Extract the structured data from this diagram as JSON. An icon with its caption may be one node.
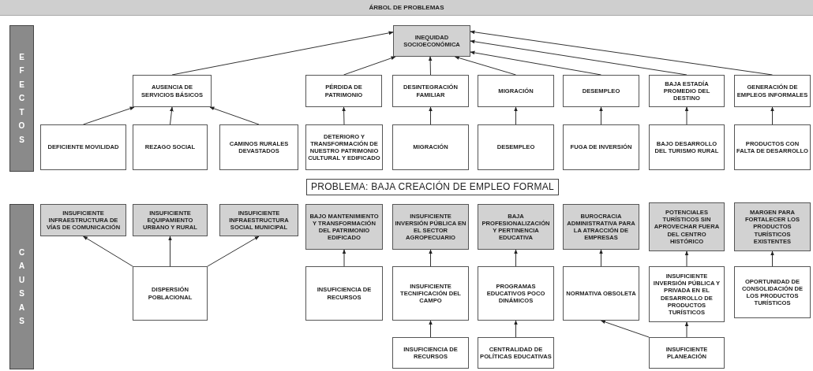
{
  "diagram": {
    "title": "ÁRBOL DE PROBLEMAS",
    "nodes": [
      {
        "text": [
          "EFECTOS"
        ]
      },
      {
        "text": [
          "INEQUIDAD SOCIOECONÓMICA"
        ]
      },
      {
        "text": [
          "AUSENCIA DE SERVICIOS BÁSICOS"
        ]
      },
      {
        "text": [
          "PÉRDIDA DE PATRIMONIO"
        ]
      },
      {
        "text": [
          "DESINTEGRACIÓN FAMILIAR"
        ]
      },
      {
        "text": [
          "MIGRACIÓN"
        ]
      },
      {
        "text": [
          "DESEMPLEO"
        ]
      },
      {
        "text": [
          "BAJA ESTADÍA PROMEDIO DEL DESTINO"
        ]
      },
      {
        "text": [
          "GENERACIÓN DE EMPLEOS INFORMALES"
        ]
      },
      {
        "text": [
          "DEFICIENTE MOVILIDAD"
        ]
      },
      {
        "text": [
          "REZAGO SOCIAL"
        ]
      },
      {
        "text": [
          "CAMINOS RURALES DEVASTADOS"
        ]
      },
      {
        "text": [
          "DETERIORO Y TRANSFORMACIÓN DE NUESTRO PATRIMONIO CULTURAL Y EDIFICADO"
        ]
      },
      {
        "text": [
          "MIGRACIÓN"
        ]
      },
      {
        "text": [
          "DESEMPLEO"
        ]
      },
      {
        "text": [
          "FUGA DE INVERSIÓN"
        ]
      },
      {
        "text": [
          "BAJO DESARROLLO DEL TURISMO RURAL"
        ]
      },
      {
        "text": [
          "PRODUCTOS CON FALTA DE DESARROLLO"
        ]
      },
      {
        "text": [
          "PROBLEMA: BAJA CREACIÓN DE EMPLEO FORMAL"
        ]
      },
      {
        "text": [
          "CAUSAS"
        ]
      },
      {
        "text": [
          "INSUFICIENTE INFRAESTRUCTURA DE VÍAS DE COMUNICACIÓN"
        ]
      },
      {
        "text": [
          "INSUFICIENTE EQUIPAMIENTO URBANO Y RURAL"
        ]
      },
      {
        "text": [
          "INSUFICIENTE INFRAESTRUCTURA SOCIAL MUNICIPAL"
        ]
      },
      {
        "text": [
          "BAJO MANTENIMIENTO Y TRANSFORMACIÓN DEL PATRIMONIO EDIFICADO"
        ]
      },
      {
        "text": [
          "INSUFICIENTE INVERSIÓN PÚBLICA EN EL SECTOR AGROPECUARIO"
        ]
      },
      {
        "text": [
          "BAJA PROFESIONALIZACIÓN Y PERTINENCIA EDUCATIVA"
        ]
      },
      {
        "text": [
          "BUROCRACIA ADMINISTRATIVA PARA LA ATRACCIÓN DE EMPRESAS"
        ]
      },
      {
        "text": [
          "POTENCIALES TURÍSTICOS SIN APROVECHAR FUERA DEL CENTRO HISTÓRICO"
        ]
      },
      {
        "text": [
          "MARGEN PARA FORTALECER LOS PRODUCTOS TURÍSTICOS EXISTENTES"
        ]
      },
      {
        "text": [
          "DISPERSIÓN POBLACIONAL"
        ]
      },
      {
        "text": [
          "INSUFICIENCIA DE RECURSOS"
        ]
      },
      {
        "text": [
          "INSUFICIENTE TECNIFICACIÓN DEL CAMPO"
        ]
      },
      {
        "text": [
          "PROGRAMAS EDUCATIVOS POCO DINÁMICOS"
        ]
      },
      {
        "text": [
          "NORMATIVA OBSOLETA"
        ]
      },
      {
        "text": [
          "INSUFICIENTE INVERSIÓN PÚBLICA Y PRIVADA EN EL DESARROLLO DE PRODUCTOS TURÍSTICOS"
        ]
      },
      {
        "text": [
          "OPORTUNIDAD DE CONSOLIDACIÓN DE LOS PRODUCTOS TURÍSTICOS"
        ]
      },
      {
        "text": [
          "INSUFICIENCIA DE RECURSOS"
        ]
      },
      {
        "text": [
          "CENTRALIDAD DE POLÍTICAS EDUCATIVAS"
        ]
      },
      {
        "text": [
          "INSUFICIENTE PLANEACIÓN"
        ]
      }
    ],
    "edges": [
      {
        "from": 2,
        "to": 1,
        "arrow": "to"
      },
      {
        "from": 3,
        "to": 1,
        "arrow": "to"
      },
      {
        "from": 4,
        "to": 1,
        "arrow": "to"
      },
      {
        "from": 5,
        "to": 1,
        "arrow": "to"
      },
      {
        "from": 6,
        "to": 1,
        "arrow": "to"
      },
      {
        "from": 7,
        "to": 1,
        "arrow": "to"
      },
      {
        "from": 8,
        "to": 1,
        "arrow": "to"
      },
      {
        "from": 9,
        "to": 2,
        "arrow": "to"
      },
      {
        "from": 10,
        "to": 2,
        "arrow": "to"
      },
      {
        "from": 11,
        "to": 2,
        "arrow": "to"
      },
      {
        "from": 12,
        "to": 3,
        "arrow": "to"
      },
      {
        "from": 13,
        "to": 4,
        "arrow": "to"
      },
      {
        "from": 14,
        "to": 5,
        "arrow": "to"
      },
      {
        "from": 15,
        "to": 6,
        "arrow": "to"
      },
      {
        "from": 16,
        "to": 7,
        "arrow": "to"
      },
      {
        "from": 17,
        "to": 8,
        "arrow": "to"
      },
      {
        "from": 29,
        "to": 20,
        "arrow": "to"
      },
      {
        "from": 29,
        "to": 21,
        "arrow": "to"
      },
      {
        "from": 29,
        "to": 22,
        "arrow": "to"
      },
      {
        "from": 30,
        "to": 23,
        "arrow": "to"
      },
      {
        "from": 31,
        "to": 24,
        "arrow": "to"
      },
      {
        "from": 32,
        "to": 25,
        "arrow": "to"
      },
      {
        "from": 33,
        "to": 26,
        "arrow": "to"
      },
      {
        "from": 34,
        "to": 27,
        "arrow": "to"
      },
      {
        "from": 35,
        "to": 28,
        "arrow": "to"
      },
      {
        "from": 36,
        "to": 31,
        "arrow": "to"
      },
      {
        "from": 37,
        "to": 32,
        "arrow": "to"
      },
      {
        "from": 38,
        "to": 33,
        "arrow": "to"
      },
      {
        "from": 38,
        "to": 34,
        "arrow": "to"
      }
    ]
  }
}
